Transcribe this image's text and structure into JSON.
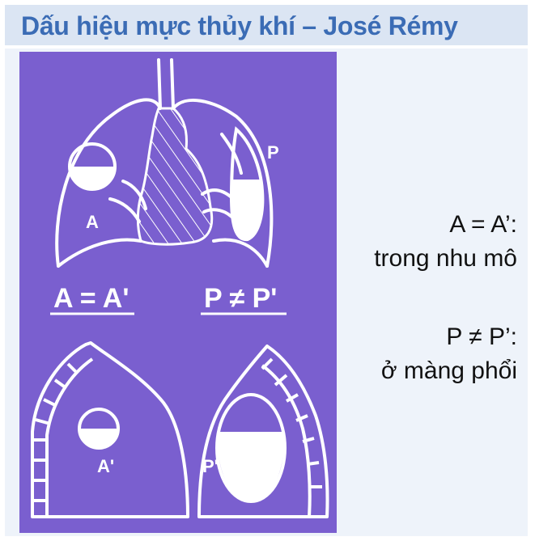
{
  "header": {
    "title": "Dấu hiệu mực thủy khí – José Rémy"
  },
  "figure": {
    "labels": {
      "a": "A",
      "p": "P",
      "a_eq": "A = A'",
      "p_neq": "P ≠ P'",
      "a_prime": "A'",
      "p_prime": "P'"
    }
  },
  "captions": {
    "a_rule": "A = A’:",
    "a_desc": "trong nhu mô",
    "p_rule": "P ≠ P’:",
    "p_desc": "ở màng phổi"
  },
  "colors": {
    "title_text": "#3b6cb5",
    "title_bar": "#dbe5f3",
    "panel": "#eef3fa",
    "figure_bg": "#7a5fcf",
    "figure_lines": "#ffffff"
  }
}
